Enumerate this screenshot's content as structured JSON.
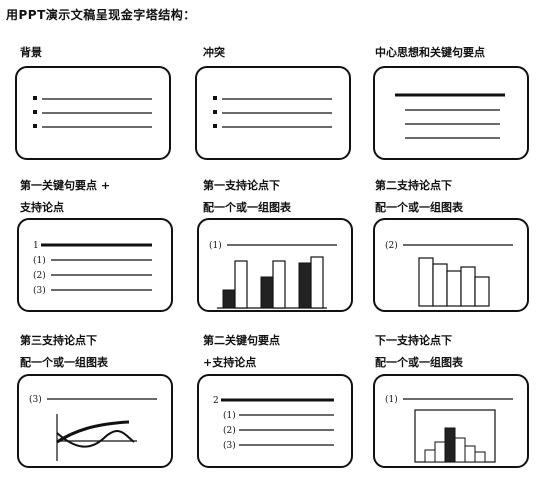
{
  "title": "用PPT演示文稿呈现金字塔结构：",
  "slides": [
    {
      "label_lines": [
        "背景"
      ]
    },
    {
      "label_lines": [
        "冲突"
      ]
    },
    {
      "label_lines": [
        "中心思想和关键句要点"
      ]
    },
    {
      "label_lines": [
        "第一关键句要点 +",
        "支持论点"
      ],
      "markers": [
        "1",
        "(1)",
        "(2)",
        "(3)"
      ]
    },
    {
      "label_lines": [
        "第一支持论点下",
        "配一个或一组图表"
      ],
      "markers": [
        "(1)"
      ]
    },
    {
      "label_lines": [
        "第二支持论点下",
        "配一个或一组图表"
      ],
      "markers": [
        "(2)"
      ]
    },
    {
      "label_lines": [
        "第三支持论点下",
        "配一个或一组图表"
      ],
      "markers": [
        "(3)"
      ]
    },
    {
      "label_lines": [
        "第二关键句要点",
        "+支持论点"
      ],
      "markers": [
        "2",
        "(1)",
        "(2)",
        "(3)"
      ]
    },
    {
      "label_lines": [
        "下一支持论点下",
        "配一个或一组图表"
      ],
      "markers": [
        "(1)"
      ]
    }
  ]
}
